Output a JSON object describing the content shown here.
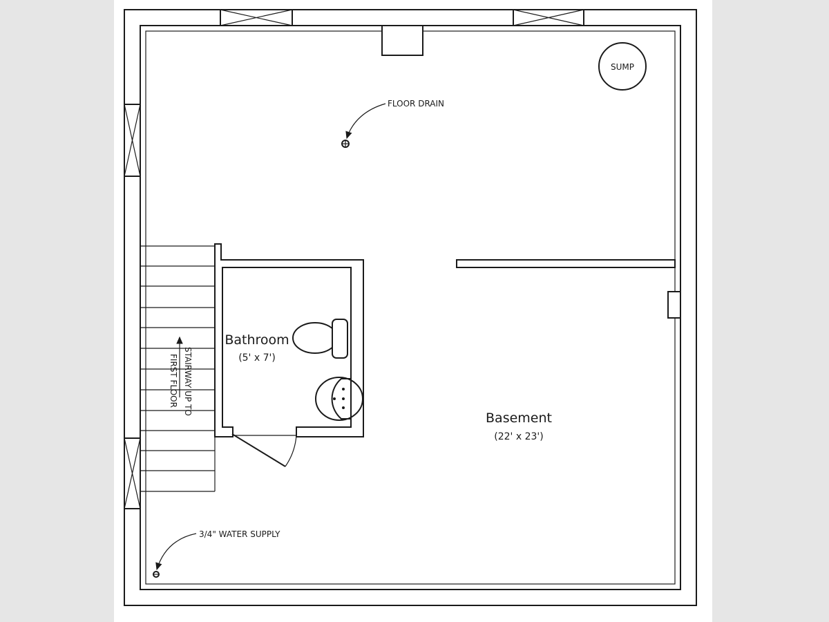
{
  "labels": {
    "floor_drain": "FLOOR DRAIN",
    "sump": "SUMP",
    "bathroom_name": "Bathroom",
    "bathroom_size": "(5' x 7')",
    "basement_name": "Basement",
    "basement_size": "(22' x 23')",
    "stair_line1": "STAIRWAY UP TO",
    "stair_line2": "FIRST FLOOR",
    "water_supply": "3/4\" WATER SUPPLY"
  }
}
